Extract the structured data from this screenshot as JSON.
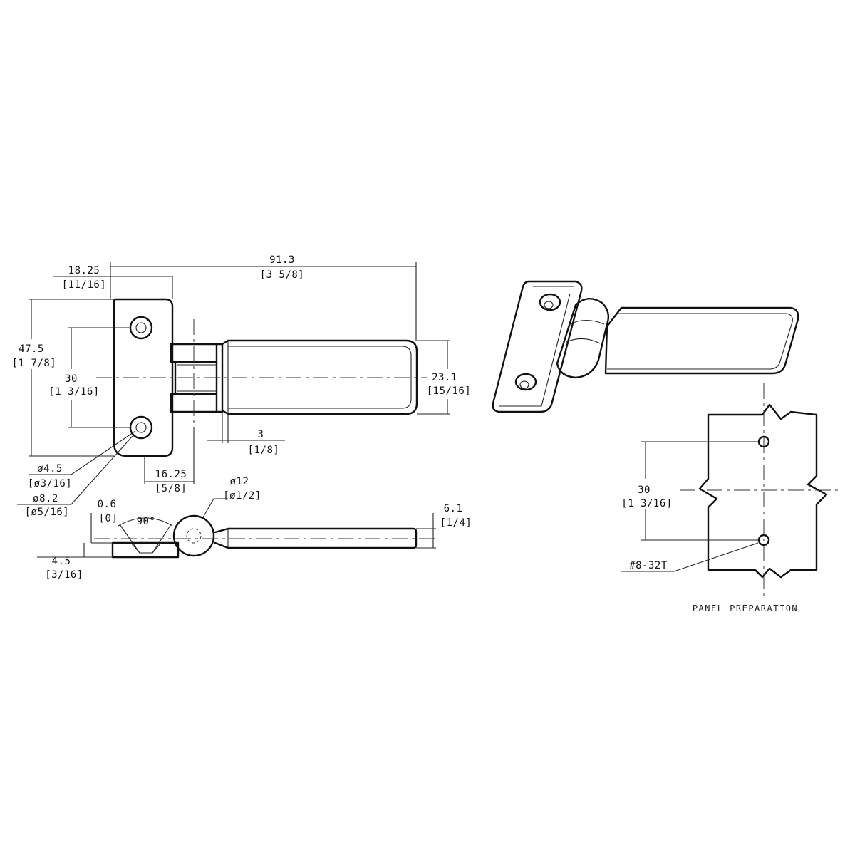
{
  "front_view": {
    "overall_length": {
      "mm": "91.3",
      "in": "[3 5/8]"
    },
    "leaf_width": {
      "mm": "18.25",
      "in": "[11/16]"
    },
    "leaf_height": {
      "mm": "47.5",
      "in": "[1 7/8]"
    },
    "hole_spacing": {
      "mm": "30",
      "in": "[1 3/16]"
    },
    "blade_height": {
      "mm": "23.1",
      "in": "[15/16]"
    },
    "blade_offset": {
      "mm": "3",
      "in": "[1/8]"
    },
    "knuckle_offset": {
      "mm": "16.25",
      "in": "[5/8]"
    },
    "hole_diameter": {
      "mm": "ø4.5",
      "in": "[ø3/16]"
    },
    "countersink_diameter": {
      "mm": "ø8.2",
      "in": "[ø5/16]"
    }
  },
  "side_view": {
    "knuckle_diameter": {
      "mm": "ø12",
      "in": "[ø1/2]"
    },
    "gap": {
      "mm": "0.6",
      "in": "[0]"
    },
    "countersink_angle": "90°",
    "leaf_thickness": {
      "mm": "4.5",
      "in": "[3/16]"
    },
    "blade_thickness": {
      "mm": "6.1",
      "in": "[1/4]"
    }
  },
  "panel_preparation": {
    "hole_spacing": {
      "mm": "30",
      "in": "[1 3/16]"
    },
    "thread": "#8-32T",
    "caption": "PANEL PREPARATION"
  }
}
